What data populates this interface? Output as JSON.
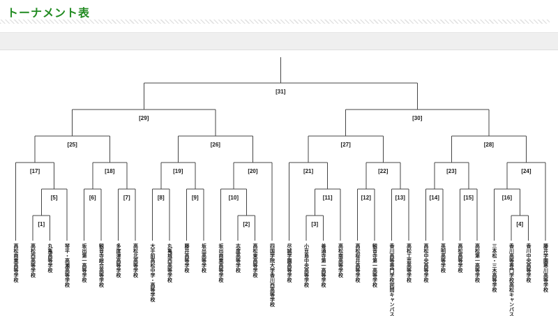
{
  "page": {
    "title": "トーナメント表"
  },
  "colors": {
    "title_green": "#228b22",
    "line": "#444444",
    "text": "#1a1a1a",
    "header_bar_bg": "#efefef",
    "stripe": "#e3e3e3"
  },
  "chart_data": {
    "type": "tournament-bracket",
    "title": "トーナメント表",
    "match_label_format": "[n]",
    "teams": [
      "高松商業高等学校",
      "高松西高等学校",
      "丸亀高等学校",
      "琴平・高瀬高等学校",
      "坂出第一高等学校",
      "観音寺総合高等学校",
      "多度津高等学校",
      "高松北高等学校",
      "大手前高松中学・高等学校",
      "丸亀城西高等学校",
      "藤井高等学校",
      "坂出高等学校",
      "坂出商業高等学校",
      "志度高等学校",
      "高松東高等学校",
      "四国学院大学香川西高等学校",
      "尽誠学園高等学校",
      "小豆島中央高等学校",
      "善通寺第一高等学校",
      "高松南高等学校",
      "高松桜井高等学校",
      "観音寺第一高等学校",
      "香川高等専門学校詫間キャンパス",
      "高松工芸高等学校",
      "高松中央高等学校",
      "英明高等学校",
      "高松高等学校",
      "高松第一高等学校",
      "三本松・三木高等学校",
      "香川高等専門学校高松キャンパス",
      "香川中央高等学校",
      "藤井学園寒川高等学校"
    ],
    "bracket": {
      "match": 31,
      "children": [
        {
          "match": 29,
          "children": [
            {
              "match": 25,
              "children": [
                {
                  "match": 17,
                  "children": [
                    {
                      "team": 0
                    },
                    {
                      "match": 5,
                      "children": [
                        {
                          "match": 1,
                          "children": [
                            {
                              "team": 1
                            },
                            {
                              "team": 2
                            }
                          ]
                        },
                        {
                          "team": 3
                        }
                      ]
                    }
                  ]
                },
                {
                  "match": 18,
                  "children": [
                    {
                      "match": 6,
                      "children": [
                        {
                          "team": 4
                        },
                        {
                          "team": 5
                        }
                      ]
                    },
                    {
                      "match": 7,
                      "children": [
                        {
                          "team": 6
                        },
                        {
                          "team": 7
                        }
                      ]
                    }
                  ]
                }
              ]
            },
            {
              "match": 26,
              "children": [
                {
                  "match": 19,
                  "children": [
                    {
                      "match": 8,
                      "children": [
                        {
                          "team": 8
                        },
                        {
                          "team": 9
                        }
                      ]
                    },
                    {
                      "match": 9,
                      "children": [
                        {
                          "team": 10
                        },
                        {
                          "team": 11
                        }
                      ]
                    }
                  ]
                },
                {
                  "match": 20,
                  "children": [
                    {
                      "match": 10,
                      "children": [
                        {
                          "team": 12
                        },
                        {
                          "match": 2,
                          "children": [
                            {
                              "team": 13
                            },
                            {
                              "team": 14
                            }
                          ]
                        }
                      ]
                    },
                    {
                      "team": 15
                    }
                  ]
                }
              ]
            }
          ]
        },
        {
          "match": 30,
          "children": [
            {
              "match": 27,
              "children": [
                {
                  "match": 21,
                  "children": [
                    {
                      "team": 16
                    },
                    {
                      "match": 11,
                      "children": [
                        {
                          "match": 3,
                          "children": [
                            {
                              "team": 17
                            },
                            {
                              "team": 18
                            }
                          ]
                        },
                        {
                          "team": 19
                        }
                      ]
                    }
                  ]
                },
                {
                  "match": 22,
                  "children": [
                    {
                      "match": 12,
                      "children": [
                        {
                          "team": 20
                        },
                        {
                          "team": 21
                        }
                      ]
                    },
                    {
                      "match": 13,
                      "children": [
                        {
                          "team": 22
                        },
                        {
                          "team": 23
                        }
                      ]
                    }
                  ]
                }
              ]
            },
            {
              "match": 28,
              "children": [
                {
                  "match": 23,
                  "children": [
                    {
                      "match": 14,
                      "children": [
                        {
                          "team": 24
                        },
                        {
                          "team": 25
                        }
                      ]
                    },
                    {
                      "match": 15,
                      "children": [
                        {
                          "team": 26
                        },
                        {
                          "team": 27
                        }
                      ]
                    }
                  ]
                },
                {
                  "match": 24,
                  "children": [
                    {
                      "match": 16,
                      "children": [
                        {
                          "team": 28
                        },
                        {
                          "match": 4,
                          "children": [
                            {
                              "team": 29
                            },
                            {
                              "team": 30
                            }
                          ]
                        }
                      ]
                    },
                    {
                      "team": 31
                    }
                  ]
                }
              ]
            }
          ]
        }
      ]
    }
  }
}
